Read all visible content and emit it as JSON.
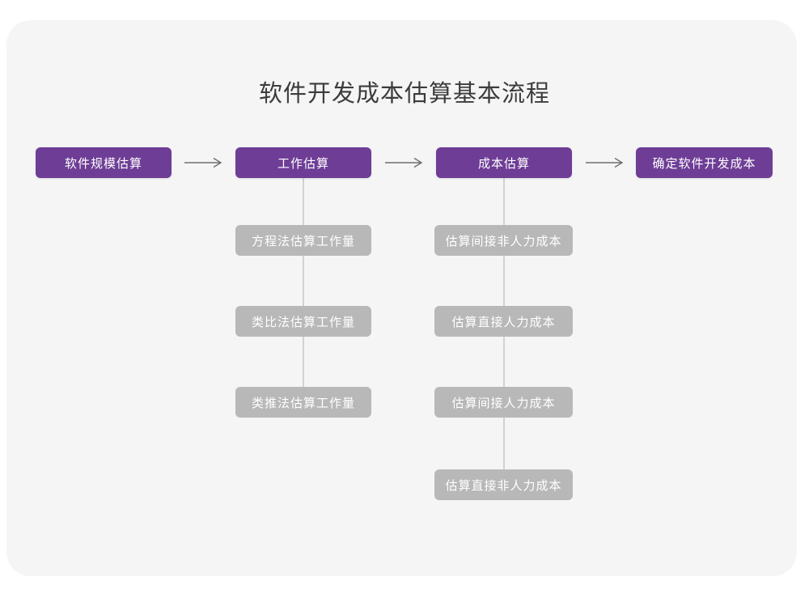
{
  "title": "软件开发成本估算基本流程",
  "colors": {
    "page_background": "#ffffff",
    "card_background": "#f5f5f6",
    "primary_node": "#6e3d96",
    "sub_node": "#b8b8b8",
    "connector": "#d2d2d2",
    "title_text": "#3c3c3c",
    "node_text": "#ffffff"
  },
  "flow": {
    "main_steps": [
      {
        "label": "软件规模估算"
      },
      {
        "label": "工作估算"
      },
      {
        "label": "成本估算"
      },
      {
        "label": "确定软件开发成本"
      }
    ],
    "connectors": [
      {
        "name": "arrow-right-icon"
      },
      {
        "name": "arrow-right-icon"
      },
      {
        "name": "arrow-right-icon"
      }
    ],
    "branches": [
      {
        "parent": "工作估算",
        "items": [
          {
            "label": "方程法估算工作量"
          },
          {
            "label": "类比法估算工作量"
          },
          {
            "label": "类推法估算工作量"
          }
        ]
      },
      {
        "parent": "成本估算",
        "items": [
          {
            "label": "估算间接非人力成本"
          },
          {
            "label": "估算直接人力成本"
          },
          {
            "label": "估算间接人力成本"
          },
          {
            "label": "估算直接非人力成本"
          }
        ]
      }
    ]
  }
}
